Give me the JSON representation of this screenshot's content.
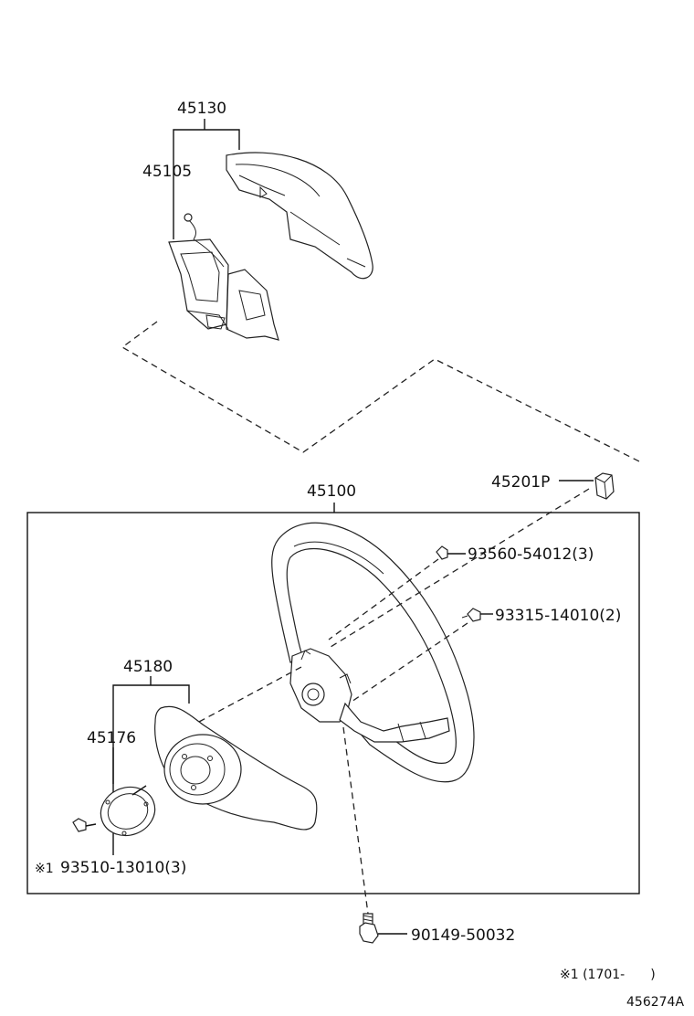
{
  "labels": {
    "horn_pad_assy": "45130",
    "horn_pad_inner": "45105",
    "steering_wheel_assy": "45100",
    "nut_45201P": "45201P",
    "screw_93560": "93560-54012(3)",
    "screw_93315": "93315-14010(2)",
    "cover_assy": "45180",
    "cover_plate": "45176",
    "screw_93510": "93510-13010(3)",
    "screw_93510_mark": "※1",
    "bolt_90149": "90149-50032",
    "footnote": "※1 (1701-　　)",
    "figure_id": "456274A"
  }
}
